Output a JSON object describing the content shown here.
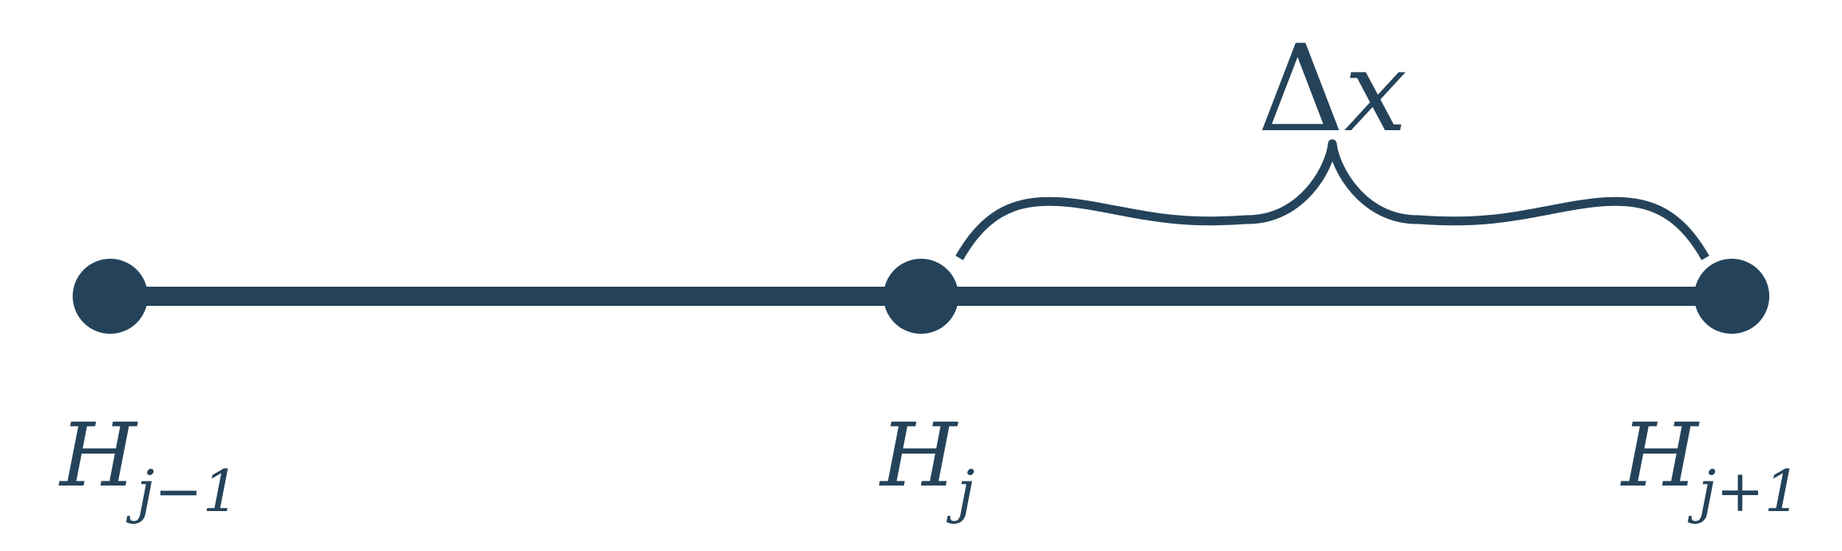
{
  "colors": {
    "ink": "#24435a",
    "background": "#ffffff"
  },
  "nodes": [
    {
      "id": "left",
      "symbol": "H",
      "subscript": "j−1"
    },
    {
      "id": "middle",
      "symbol": "H",
      "subscript": "j"
    },
    {
      "id": "right",
      "symbol": "H",
      "subscript": "j+1"
    }
  ],
  "spacing": {
    "delta": "Δ",
    "variable": "x"
  }
}
